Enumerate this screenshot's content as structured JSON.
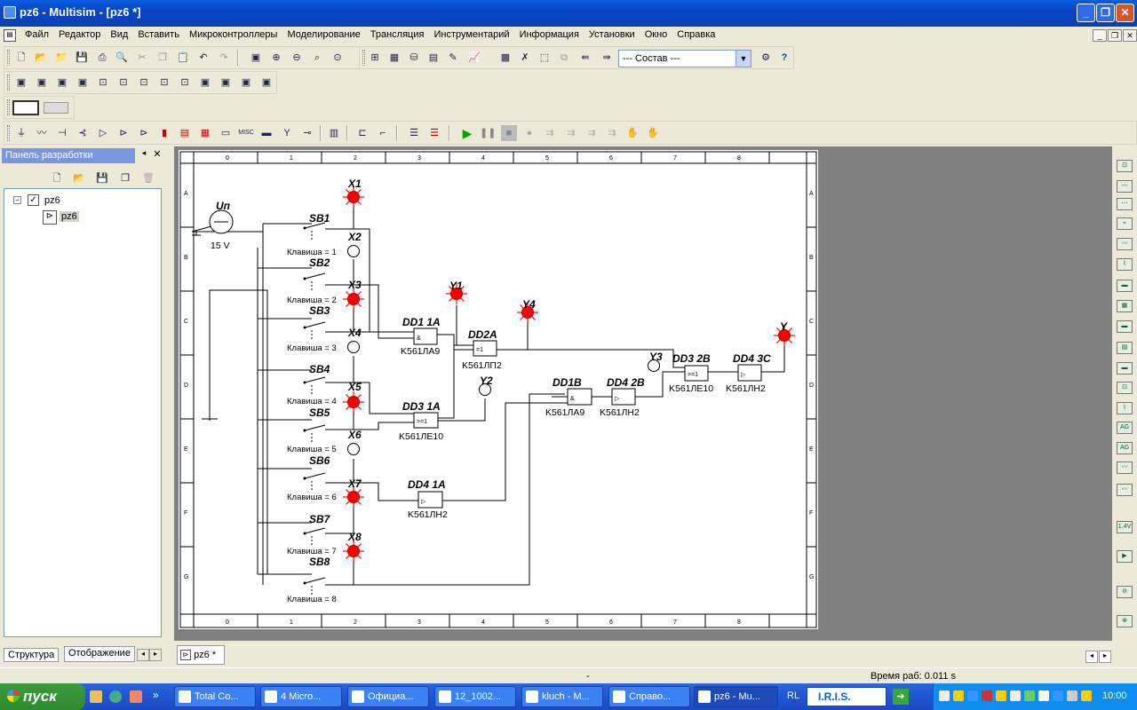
{
  "window": {
    "title": "pz6 - Multisim - [pz6 *]"
  },
  "menu": [
    "Файл",
    "Редактор",
    "Вид",
    "Вставить",
    "Микроконтроллеры",
    "Моделирование",
    "Трансляция",
    "Инструментарий",
    "Информация",
    "Установки",
    "Окно",
    "Справка"
  ],
  "toolbar": {
    "combo_value": "--- Состав ---",
    "misc_label": "MISC"
  },
  "panel": {
    "title": "Панель разработки",
    "tree_root": "pz6",
    "tree_child": "pz6",
    "tab_structure": "Структура",
    "tab_display": "Отображение"
  },
  "doc_tab": "pz6 *",
  "ruler": {
    "cols": [
      "0",
      "1",
      "2",
      "3",
      "4",
      "5",
      "6",
      "7",
      "8"
    ],
    "rows": [
      "A",
      "B",
      "C",
      "D",
      "E",
      "F",
      "G"
    ]
  },
  "schematic": {
    "source_label": "Uп",
    "source_value": "15 V",
    "switches": [
      {
        "name": "SB1",
        "key": "Клавиша = 1"
      },
      {
        "name": "SB2",
        "key": "Клавиша = 2"
      },
      {
        "name": "SB3",
        "key": "Клавиша = 3"
      },
      {
        "name": "SB4",
        "key": "Клавиша = 4"
      },
      {
        "name": "SB5",
        "key": "Клавиша = 5"
      },
      {
        "name": "SB6",
        "key": "Клавиша = 6"
      },
      {
        "name": "SB7",
        "key": "Клавиша = 7"
      },
      {
        "name": "SB8",
        "key": "Клавиша = 8"
      }
    ],
    "probes": [
      "X1",
      "X2",
      "X3",
      "X4",
      "X5",
      "X6",
      "X7",
      "X8",
      "Y1",
      "Y2",
      "Y3",
      "Y4",
      "Y"
    ],
    "gates": [
      {
        "name": "DD1  1A",
        "part": "K561ЛА9",
        "sym": "&"
      },
      {
        "name": "DD2A",
        "part": "K561ЛП2",
        "sym": "=1"
      },
      {
        "name": "DD3  1A",
        "part": "K561ЛЕ10",
        "sym": ">=1"
      },
      {
        "name": "DD1B",
        "part": "K561ЛА9",
        "sym": "&"
      },
      {
        "name": "DD4  2B",
        "part": "K561ЛН2",
        "sym": "▷"
      },
      {
        "name": "DD3  2B",
        "part": "K561ЛЕ10",
        "sym": ">=1"
      },
      {
        "name": "DD4  3C",
        "part": "K561ЛН2",
        "sym": "▷"
      },
      {
        "name": "DD4  1A",
        "part": "K561ЛН2",
        "sym": "▷"
      }
    ]
  },
  "status": {
    "center": "-",
    "sim_time": "Время раб: 0.011 s"
  },
  "taskbar": {
    "start": "пуск",
    "tasks": [
      "Total Co...",
      "4 Micro...",
      "Официа...",
      "12_1002...",
      "kluch - M...",
      "Справо...",
      "pz6 - Mu..."
    ],
    "lang": "RL",
    "iris": "I.R.I.S.",
    "clock": "10:00"
  },
  "colors": {
    "title_blue": "#0845c8",
    "probe_on": "#ff0000",
    "wire": "#000000"
  }
}
